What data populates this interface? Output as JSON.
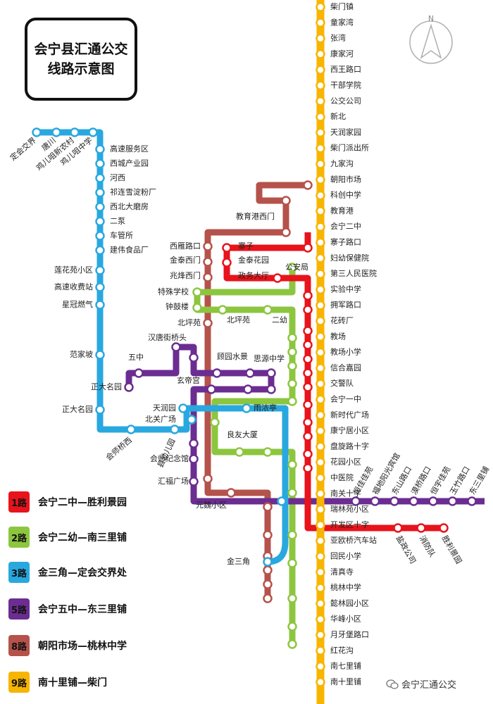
{
  "title": {
    "line1": "会宁县汇通公交",
    "line2": "线路示意图"
  },
  "compass": {
    "label": "N",
    "icon": "north-arrow-icon"
  },
  "watermark": "会宁汇通公交",
  "legend": [
    {
      "id": "r1",
      "badge": "1路",
      "text": "会宁二中—胜利景园",
      "color": "#e8131b"
    },
    {
      "id": "r2",
      "badge": "2路",
      "text": "会宁二幼—南三里铺",
      "color": "#8cc63f"
    },
    {
      "id": "r3",
      "badge": "3路",
      "text": "金三角—定会交界处",
      "color": "#29a8e0"
    },
    {
      "id": "r5",
      "badge": "5路",
      "text": "会宁五中—东三里铺",
      "color": "#6b2d91"
    },
    {
      "id": "r8",
      "badge": "8路",
      "text": "朝阳市场—桃林中学",
      "color": "#b5524b"
    },
    {
      "id": "r9",
      "badge": "9路",
      "text": "南十里铺—柴门",
      "color": "#f7b500"
    }
  ],
  "route9_stops": [
    "柴门镇",
    "童家湾",
    "张湾",
    "康家河",
    "西王路口",
    "干部学院",
    "公交公司",
    "新北",
    "天润家园",
    "柴门派出所",
    "九家沟",
    "朝阳市场",
    "科创中学",
    "教育港",
    "会宁二中",
    "寨子路口",
    "妇幼保健院",
    "第三人民医院",
    "实验中学",
    "拥军路口",
    "花砖厂",
    "教场",
    "教场小学",
    "信合嘉园",
    "交警队",
    "会宁一中",
    "新时代广场",
    "康宁居小区",
    "盘旋路十字",
    "花园小区",
    "中医院",
    "南关十字",
    "瑞林苑小区",
    "开发区十字",
    "亚欧桥汽车站",
    "回民小学",
    "清真寺",
    "桃林中学",
    "懿林园小区",
    "华峰小区",
    "月牙堡路口",
    "红花沟",
    "南七里铺",
    "南十里铺"
  ],
  "route3_top_stops": [
    "定会交界",
    "唐川",
    "鸡儿咀新农村",
    "鸡儿咀中学"
  ],
  "route3_right_stops": [
    "高速服务区",
    "西城产业园",
    "河西",
    "祁连雪淀粉厂",
    "西北大磨房",
    "二泵",
    "车管所",
    "建伟食品厂"
  ],
  "route3_left_stops": [
    "莲花苑小区",
    "高速收费站",
    "星冠燃气",
    "范家坡",
    "正大名园"
  ],
  "route3_bottom_stops": [
    "会师桥西",
    "县幼儿园"
  ],
  "route1_east_stops": [
    "胜利景园",
    "消防队",
    "盐政公司"
  ],
  "route5_east_stops": [
    "恒佳佳苑",
    "福地阳光宾馆",
    "东山路口",
    "漠桥路口",
    "恒宇佳苑",
    "玉竹路口",
    "东三里铺"
  ],
  "center_stops": {
    "jiaoyugang_ximen": "教育港西门",
    "xiyan_xilukou": "西雁路口",
    "jintai_ximen": "金泰西门",
    "zhaofeng_ximen": "兆烽西门",
    "teshu_xuexiao": "特殊学校",
    "zhonggulou": "钟鼓楼",
    "beipingyuan": "北坪苑",
    "zhaizi": "寨子",
    "jintai_huayuan": "金泰花园",
    "zhengwu_dating": "政务大厅",
    "gonganju": "公安局",
    "beipingyuan2": "北坪苑",
    "eryou": "二幼",
    "hantang_jieqiaotou": "汉唐街桥头",
    "wuzhong": "五中",
    "zhengda_mingyuan": "正大名园",
    "guyuan_shuijing": "顾园水景",
    "sixian_zhongxue": "思源中学",
    "xuandigong": "玄帝宫",
    "tianrunyuan": "天润园",
    "beiguan_guangchang": "北关广场",
    "yuxiao": "雨浓亭",
    "liangyou_dasha": "良友大厦",
    "huishi_jinianguan": "会师纪念馆",
    "huifu_guangchang": "汇福广场",
    "yuanwei_xiaoqu": "元魏小区",
    "jinsanjiao": "金三角"
  }
}
